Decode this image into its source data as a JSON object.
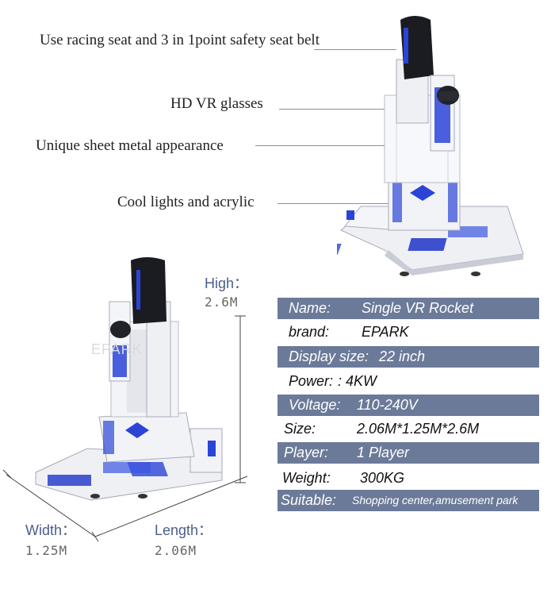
{
  "callouts": [
    {
      "text": "Use racing seat and 3 in 1point safety seat belt"
    },
    {
      "text": "HD VR glasses"
    },
    {
      "text": "Unique sheet metal appearance"
    },
    {
      "text": "Cool lights and acrylic"
    }
  ],
  "dimensions": {
    "high_label": "High：",
    "high_value": "2.6M",
    "width_label": "Width：",
    "width_value": "1.25M",
    "length_label": "Length：",
    "length_value": "2.06M"
  },
  "watermark": "EPARK",
  "specs": [
    {
      "label": "Name:",
      "value": "Single VR Rocket"
    },
    {
      "label": "brand:",
      "value": "EPARK"
    },
    {
      "label": "Display size:",
      "value": "22 inch"
    },
    {
      "label": "Power:",
      "value": ": 4KW"
    },
    {
      "label": "Voltage:",
      "value": "110-240V"
    },
    {
      "label": "Size:",
      "value": "2.06M*1.25M*2.6M"
    },
    {
      "label": "Player:",
      "value": "1 Player"
    },
    {
      "label": "Weight:",
      "value": "300KG"
    },
    {
      "label": "Suitable:",
      "value": "Shopping center,amusement park"
    }
  ],
  "colors": {
    "spec_band": "#6c7a99",
    "accent_blue": "#2b44d8",
    "dim_label": "#4a5f8a"
  }
}
